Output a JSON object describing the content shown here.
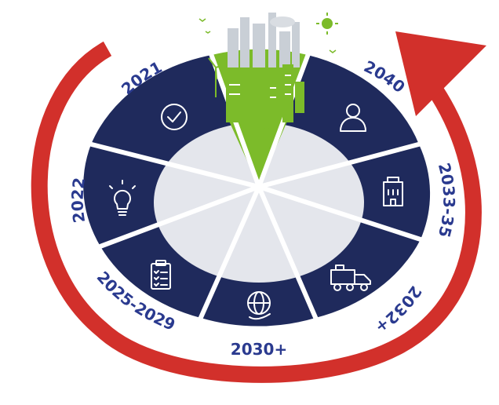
{
  "colors": {
    "navy": "#1f2a5c",
    "center_fill": "#e4e6ec",
    "green": "#7cbb2a",
    "label_blue": "#2a3a8f",
    "arrow_red": "#d2302b",
    "white": "#ffffff",
    "skyline_grey": "#c9cfd6"
  },
  "segments": [
    {
      "label": "2021",
      "icon": "checkmark-circle-icon"
    },
    {
      "label": "",
      "icon": "green-city-skyline-icon"
    },
    {
      "label": "2040",
      "icon": "person-icon"
    },
    {
      "label": "2033-35",
      "icon": "building-icon"
    },
    {
      "label": "2032+",
      "icon": "delivery-truck-icon"
    },
    {
      "label": "2030+",
      "icon": "globe-hand-icon"
    },
    {
      "label": "2025-2029",
      "icon": "clipboard-checklist-icon"
    },
    {
      "label": "2022",
      "icon": "lightbulb-icon"
    }
  ],
  "arrow": {
    "icon": "circular-arrow-icon"
  }
}
